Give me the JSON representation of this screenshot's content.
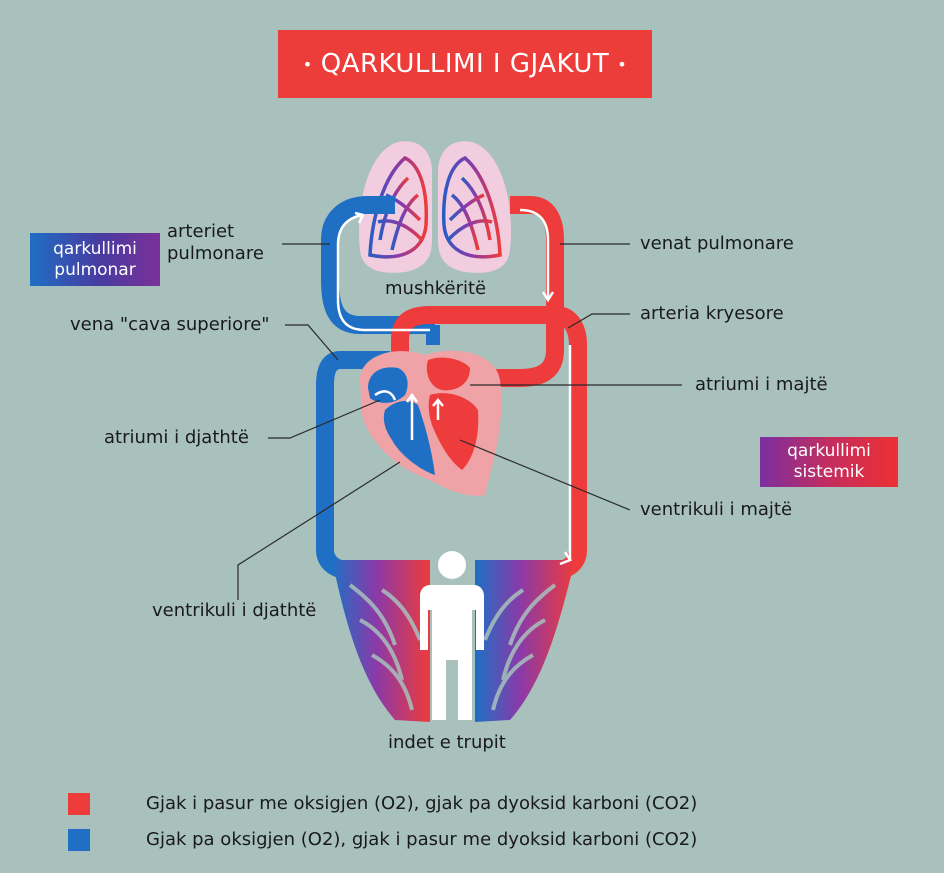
{
  "title": "QARKULLIMI I GJAKUT",
  "title_dot": "•",
  "tags": {
    "pulmonary": [
      "qarkullimi",
      "pulmonar"
    ],
    "systemic": [
      "qarkullimi",
      "sistemik"
    ]
  },
  "labels": {
    "pulmonary_arteries": [
      "arteriet",
      "pulmonare"
    ],
    "lungs": "mushkëritë",
    "pulmonary_veins": "venat pulmonare",
    "superior_vena_cava": "vena \"cava superiore\"",
    "aorta": "arteria kryesore",
    "left_atrium": "atriumi i majtë",
    "right_atrium": "atriumi i djathtë",
    "left_ventricle": "ventrikuli i majtë",
    "right_ventricle": "ventrikuli i djathtë",
    "body_tissues": "indet e trupit"
  },
  "legend": [
    {
      "color": "#ee3b3b",
      "text": "Gjak i pasur me oksigjen (O2), gjak pa dyoksid karboni (CO2)"
    },
    {
      "color": "#1f6fc5",
      "text": "Gjak pa oksigjen (O2), gjak i pasur me dyoksid karboni (CO2)"
    }
  ],
  "colors": {
    "background": "#a8c1bd",
    "oxygenated": "#ee3b3b",
    "deoxygenated": "#1f6fc5",
    "lung_bg": "#f2cde0",
    "heart_bg": "#f0a3a6"
  }
}
